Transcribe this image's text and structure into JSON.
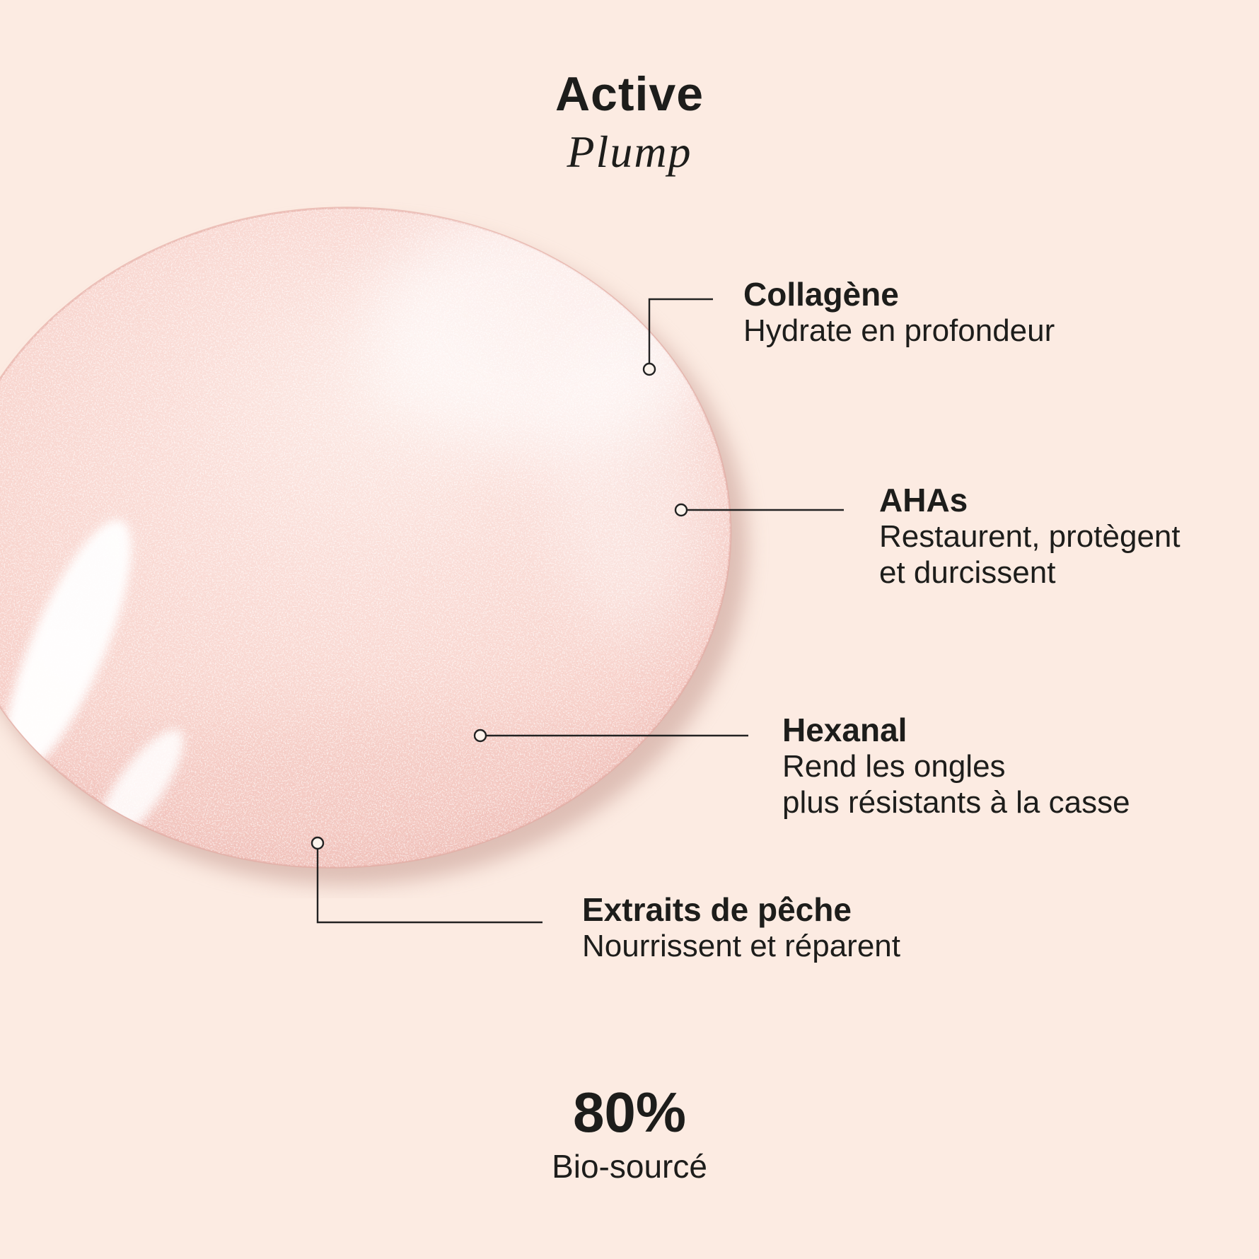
{
  "page": {
    "background_color": "#FCEBE2",
    "ink_color": "#1D1D1B"
  },
  "title": {
    "main": "Active",
    "sub": "Plump"
  },
  "swatch": {
    "base_color": "#F8D5CE",
    "center_color": "#FCEAE5",
    "edge_color": "#E9B2AB",
    "highlight_color": "#FFFFFF",
    "shadow_color": "#C09288",
    "sparkle_color": "#FFFFFF"
  },
  "leader": {
    "line_color": "#222222",
    "dot_fill": "#FCF3EC"
  },
  "annotations": {
    "collagene": {
      "title": "Collagène",
      "line1": "Hydrate en profondeur"
    },
    "ahas": {
      "title": "AHAs",
      "line1": "Restaurent, protègent",
      "line2": "et durcissent"
    },
    "hexanal": {
      "title": "Hexanal",
      "line1": "Rend les ongles",
      "line2": "plus résistants à la casse"
    },
    "extraits": {
      "title": "Extraits de pêche",
      "line1": "Nourrissent et réparent"
    }
  },
  "stat": {
    "value": "80%",
    "label": "Bio-sourcé"
  }
}
